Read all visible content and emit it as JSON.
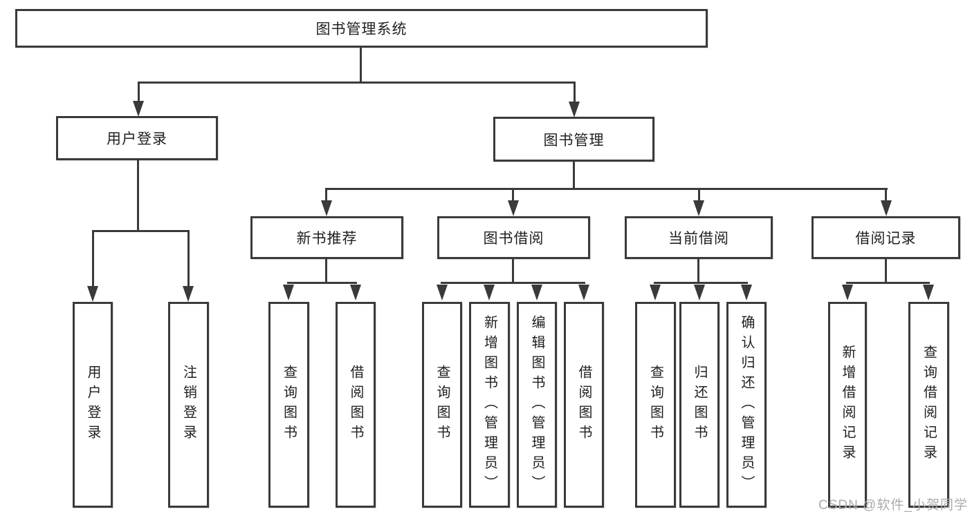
{
  "colors": {
    "line": "#3a3a3a",
    "text": "#1f1f1f",
    "watermark": "#ababab",
    "background": "#ffffff"
  },
  "watermark": "CSDN @软件_小贺同学",
  "nodes": {
    "root": "图书管理系统",
    "user_login": "用户登录",
    "book_mgmt": "图书管理",
    "new_book": "新书推荐",
    "book_borrow": "图书借阅",
    "current_borrow": "当前借阅",
    "borrow_records": "借阅记录",
    "leaf_user_login": "用户登录",
    "leaf_logout": "注销登录",
    "leaf_nb_query": "查询图书",
    "leaf_nb_borrow": "借阅图书",
    "leaf_bb_query": "查询图书",
    "leaf_bb_add": "新增图书（管理员）",
    "leaf_bb_edit": "编辑图书（管理员）",
    "leaf_bb_borrow": "借阅图书",
    "leaf_cb_query": "查询图书",
    "leaf_cb_return": "归还图书",
    "leaf_cb_confirm": "确认归还（管理员）",
    "leaf_br_add": "新增借阅记录",
    "leaf_br_query": "查询借阅记录"
  },
  "hierarchy": {
    "label": "图书管理系统",
    "children": [
      {
        "label": "用户登录",
        "children": [
          {
            "label": "用户登录"
          },
          {
            "label": "注销登录"
          }
        ]
      },
      {
        "label": "图书管理",
        "children": [
          {
            "label": "新书推荐",
            "children": [
              {
                "label": "查询图书"
              },
              {
                "label": "借阅图书"
              }
            ]
          },
          {
            "label": "图书借阅",
            "children": [
              {
                "label": "查询图书"
              },
              {
                "label": "新增图书（管理员）"
              },
              {
                "label": "编辑图书（管理员）"
              },
              {
                "label": "借阅图书"
              }
            ]
          },
          {
            "label": "当前借阅",
            "children": [
              {
                "label": "查询图书"
              },
              {
                "label": "归还图书"
              },
              {
                "label": "确认归还（管理员）"
              }
            ]
          },
          {
            "label": "借阅记录",
            "children": [
              {
                "label": "新增借阅记录"
              },
              {
                "label": "查询借阅记录"
              }
            ]
          }
        ]
      }
    ]
  }
}
